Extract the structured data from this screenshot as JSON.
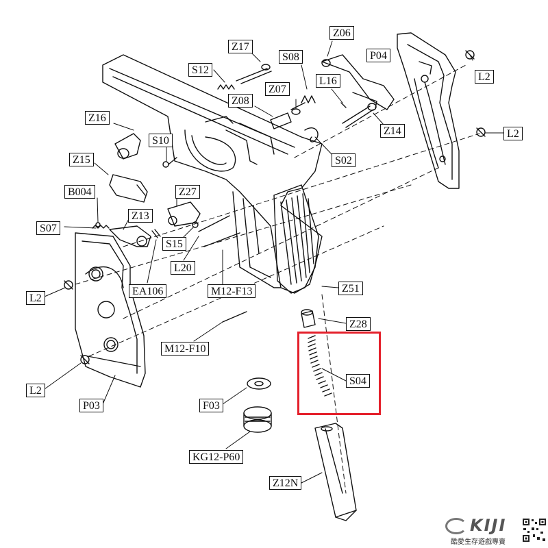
{
  "diagram": {
    "labels": {
      "z17": "Z17",
      "z06": "Z06",
      "p04": "P04",
      "s12": "S12",
      "s08": "S08",
      "l2_top": "L2",
      "l16": "L16",
      "z07": "Z07",
      "z08": "Z08",
      "z16": "Z16",
      "z14": "Z14",
      "l2_right": "L2",
      "s10": "S10",
      "s02": "S02",
      "z15": "Z15",
      "b004": "B004",
      "z27": "Z27",
      "s07": "S07",
      "z13": "Z13",
      "s15": "S15",
      "l20": "L20",
      "l2_left_top": "L2",
      "ea106": "EA106",
      "m12_f13": "M12-F13",
      "z51": "Z51",
      "z28": "Z28",
      "m12_f10": "M12-F10",
      "s04": "S04",
      "l2_left_bottom": "L2",
      "f03": "F03",
      "p03": "P03",
      "kg12_p60": "KG12-P60",
      "z12n": "Z12N"
    },
    "highlight_color": "#e4202b",
    "highlighted_part": "S04"
  },
  "branding": {
    "logo_text": "KIJI",
    "tagline": "酷愛生存遊戲專賣"
  }
}
